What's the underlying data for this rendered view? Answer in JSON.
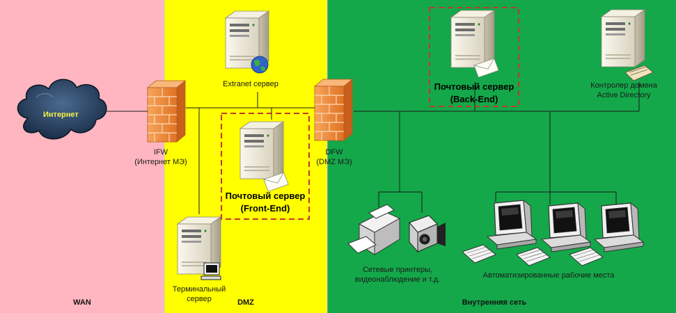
{
  "zones": {
    "wan": {
      "label": "WAN",
      "color": "#ffb6c1"
    },
    "dmz": {
      "label": "DMZ",
      "color": "#ffff00"
    },
    "lan": {
      "label": "Внутренняя сеть",
      "color": "#14a84a"
    }
  },
  "cloud": {
    "label": "Интернет"
  },
  "firewalls": {
    "ifw": {
      "name": "IFW",
      "sub": "(Интернет МЭ)"
    },
    "dfw": {
      "name": "DFW",
      "sub": "(DMZ МЭ)"
    }
  },
  "servers": {
    "extranet": {
      "label": "Extranet сервер"
    },
    "front_end": {
      "line1": "Почтовый сервер",
      "line2": "(Front-End)"
    },
    "back_end": {
      "line1": "Почтовый сервер",
      "line2": "(Back-End)"
    },
    "domain_controller": {
      "line1": "Контролер домена",
      "line2": "Active Directory"
    },
    "terminal": {
      "line1": "Терминальный",
      "line2": "сервер"
    }
  },
  "devices": {
    "printers": {
      "line1": "Сетевые принтеры,",
      "line2": "видеонаблюдение и т.д."
    },
    "workstations": {
      "label": "Автоматизированные рабочие места"
    }
  },
  "colors": {
    "highlight_dash": "#c0392b",
    "server_body": "#efeadb",
    "firewall_brick": "#f08a3c"
  }
}
